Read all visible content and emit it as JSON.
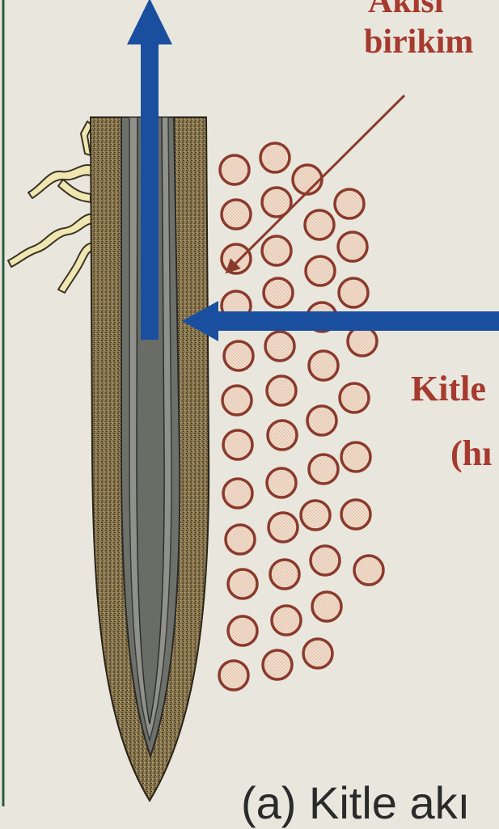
{
  "labels": {
    "top_cut": "Akısı",
    "accumulation": "birikim",
    "mass_flow": "Kitle",
    "mass_flow_paren": "(hı",
    "bottom_caption": "(a) Kitle akı"
  },
  "colors": {
    "background": "#e9e7dd",
    "label_red": "#a63a2e",
    "arrow_blue": "#1a4fa0",
    "root_outer": "#8c7a52",
    "root_stele": "#6e706a",
    "root_core": "#8f918a",
    "root_hair": "#f0e6b2",
    "particle_ring": "#8a3a2c",
    "particle_fill": "#f2dccb",
    "diffusion_arrow": "#8a3a2c",
    "frame_green": "#2f5a3a"
  }
}
